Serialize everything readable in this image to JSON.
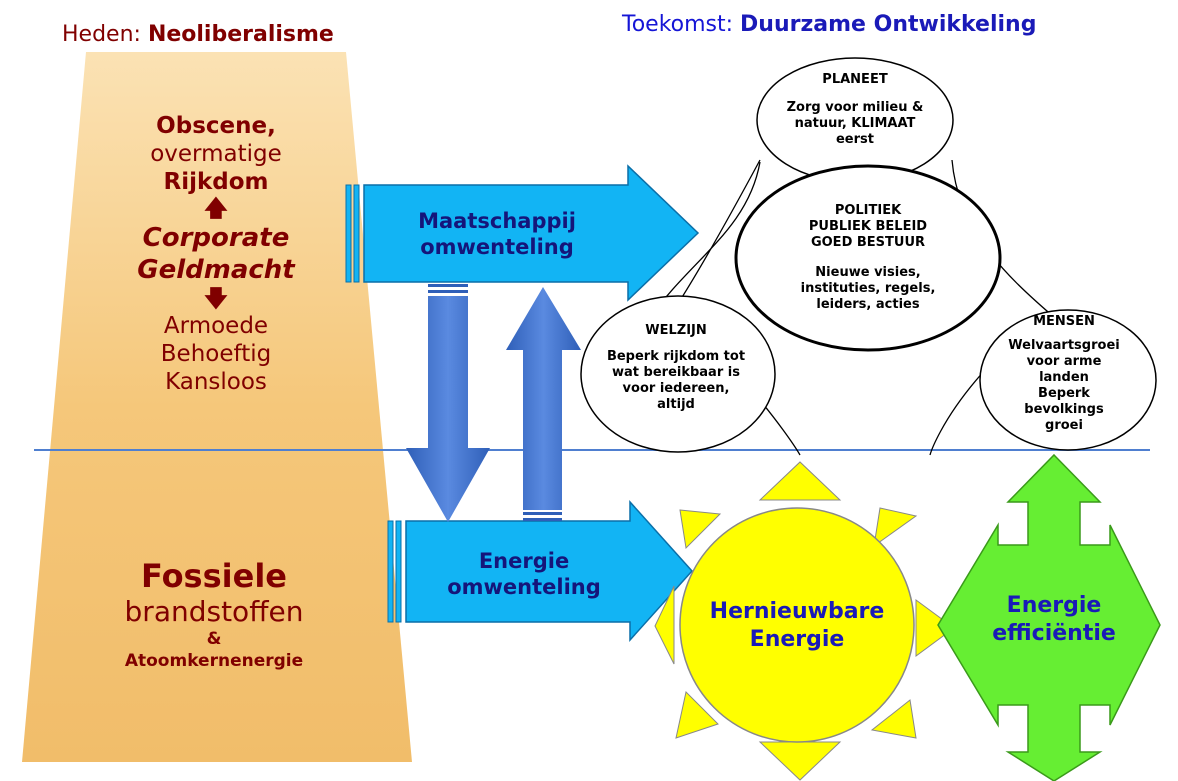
{
  "header": {
    "left_prefix": "Heden:",
    "left_bold": "Neoliberalisme",
    "right_prefix": "Toekomst:",
    "right_bold": "Duurzame Ontwikkeling"
  },
  "pillar_top": {
    "line1": "Obscene,",
    "line2": "overmatige",
    "line3": "Rijkdom",
    "up_arrow": "🡅",
    "line4": "Corporate",
    "line5": "Geldmacht",
    "down_arrow": "🡇",
    "line6": "Armoede",
    "line7": "Behoeftig",
    "line8": "Kansloos"
  },
  "pillar_bottom": {
    "line1": "Fossiele",
    "line2": "brandstoffen",
    "line3": "&",
    "line4": "Atoomkernenergie"
  },
  "arrows": {
    "society_line1": "Maatschappij",
    "society_line2": "omwenteling",
    "energy_line1": "Energie",
    "energy_line2": "omwenteling"
  },
  "circles": {
    "planeet": {
      "title": "PLANEET",
      "l1": "Zorg voor milieu &",
      "l2": "natuur, KLIMAAT",
      "l3": "eerst"
    },
    "politiek": {
      "l1": "POLITIEK",
      "l2": "PUBLIEK BELEID",
      "l3": "GOED BESTUUR",
      "l4": "Nieuwe visies,",
      "l5": "instituties, regels,",
      "l6": "leiders, acties"
    },
    "welzijn": {
      "title": "WELZIJN",
      "l1": "Beperk rijkdom tot",
      "l2": "wat bereikbaar is",
      "l3": "voor iedereen,",
      "l4": "altijd"
    },
    "mensen": {
      "title": "MENSEN",
      "l1": "Welvaartsgroei",
      "l2": "voor arme landen",
      "l3": "Beperk bevolkings",
      "l4": "groei"
    }
  },
  "sun": {
    "line1": "Hernieuwbare",
    "line2": "Energie"
  },
  "efficiency": {
    "line1": "Energie",
    "line2": "efficiëntie"
  },
  "colors": {
    "pillar": "#f5c97a",
    "arrow_cyan": "#12b4f4",
    "arrow_vertical": "#3a6ccc",
    "sun": "#ffff00",
    "efficiency": "#66ee33",
    "divider": "#4f7fd0"
  }
}
